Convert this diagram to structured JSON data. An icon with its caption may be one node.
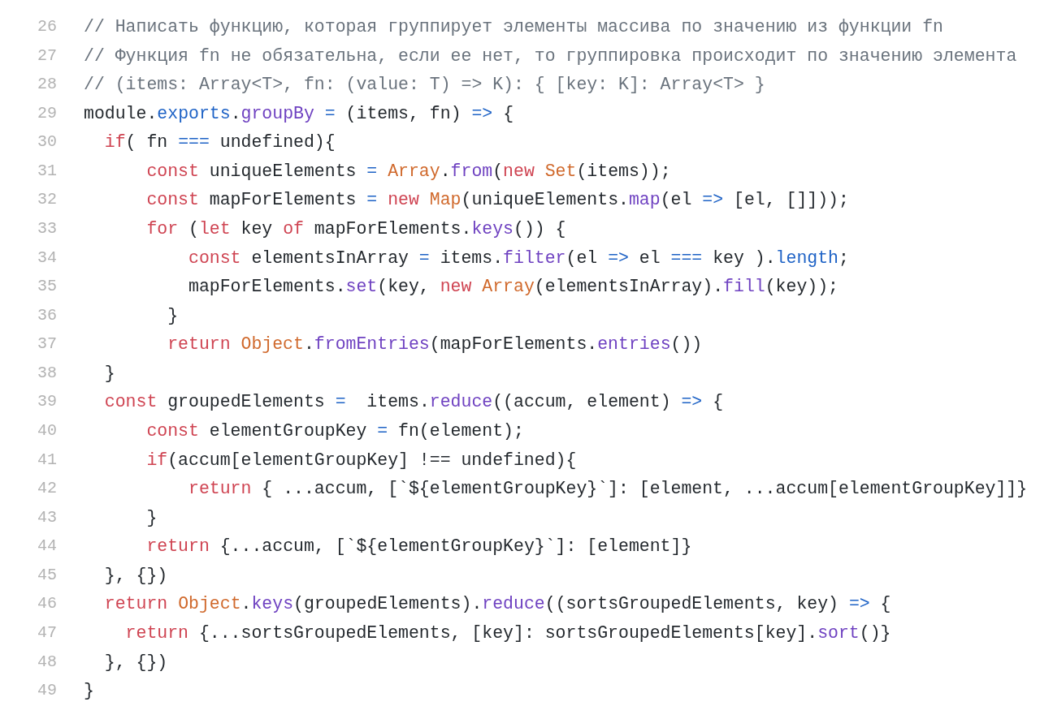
{
  "diagram": {
    "labels": [
      "26",
      "// Написать функцию, которая группирует элементы массива по значению из функции fn",
      "27",
      "// Функция fn не обязательна, если ее нет, то группировка происходит по значению элемента",
      "28",
      "// (items: Array<T>, fn: (value: T) => K): { [key: K]: Array<T> }",
      "29",
      "module.exports.groupBy = (items, fn) => {",
      "30",
      "if( fn === undefined){",
      "31",
      "const uniqueElements = Array.from(new Set(items));",
      "32",
      "const mapForElements = new Map(uniqueElements.map(el => [el, []]));",
      "33",
      "for (let key of mapForElements.keys()) {",
      "34",
      "const elementsInArray = items.filter(el => el === key ).length;",
      "35",
      "mapForElements.set(key, new Array(elementsInArray).fill(key));",
      "36",
      "}",
      "37",
      "return Object.fromEntries(mapForElements.entries())",
      "38",
      "}",
      "39",
      "const groupedElements =  items.reduce((accum, element) => {",
      "40",
      "const elementGroupKey = fn(element);",
      "41",
      "if(accum[elementGroupKey] !== undefined){",
      "42",
      "return { ...accum, [`${elementGroupKey}`]: [element, ...accum[elementGroupKey]]}",
      "43",
      "}",
      "44",
      "return {...accum, [`${elementGroupKey}`]: [element]}",
      "45",
      "}, {})",
      "46",
      "return Object.keys(groupedElements).reduce((sortsGroupedElements, key) => {",
      "47",
      "return {...sortsGroupedElements, [key]: sortsGroupedElements[key].sort()}",
      "48",
      "}, {})",
      "49",
      "}"
    ]
  }
}
